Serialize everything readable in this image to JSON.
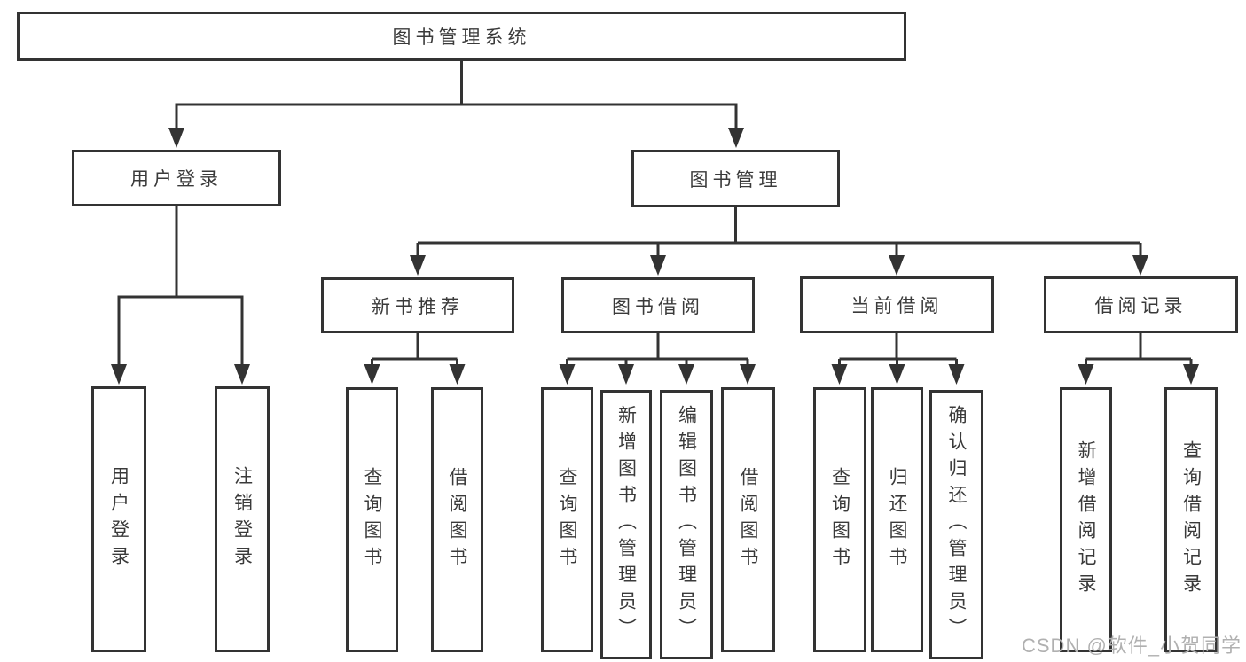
{
  "diagram": {
    "root": "图书管理系统",
    "level2": {
      "user_login": "用户登录",
      "book_mgmt": "图书管理"
    },
    "level3": {
      "new_books": "新书推荐",
      "book_borrow": "图书借阅",
      "current_borrow": "当前借阅",
      "borrow_records": "借阅记录"
    },
    "leaves": {
      "user_login": [
        "用户登录",
        "注销登录"
      ],
      "new_books": [
        "查询图书",
        "借阅图书"
      ],
      "book_borrow": [
        "查询图书",
        "新增图书（管理员）",
        "编辑图书（管理员）",
        "借阅图书"
      ],
      "current_borrow": [
        "查询图书",
        "归还图书",
        "确认归还（管理员）"
      ],
      "borrow_records": [
        "新增借阅记录",
        "查询借阅记录"
      ]
    }
  },
  "watermark": "CSDN @软件_小贺同学",
  "colors": {
    "line": "#333333",
    "text": "#3a3a3a",
    "watermark": "#b0b0b0",
    "background": "#ffffff"
  }
}
